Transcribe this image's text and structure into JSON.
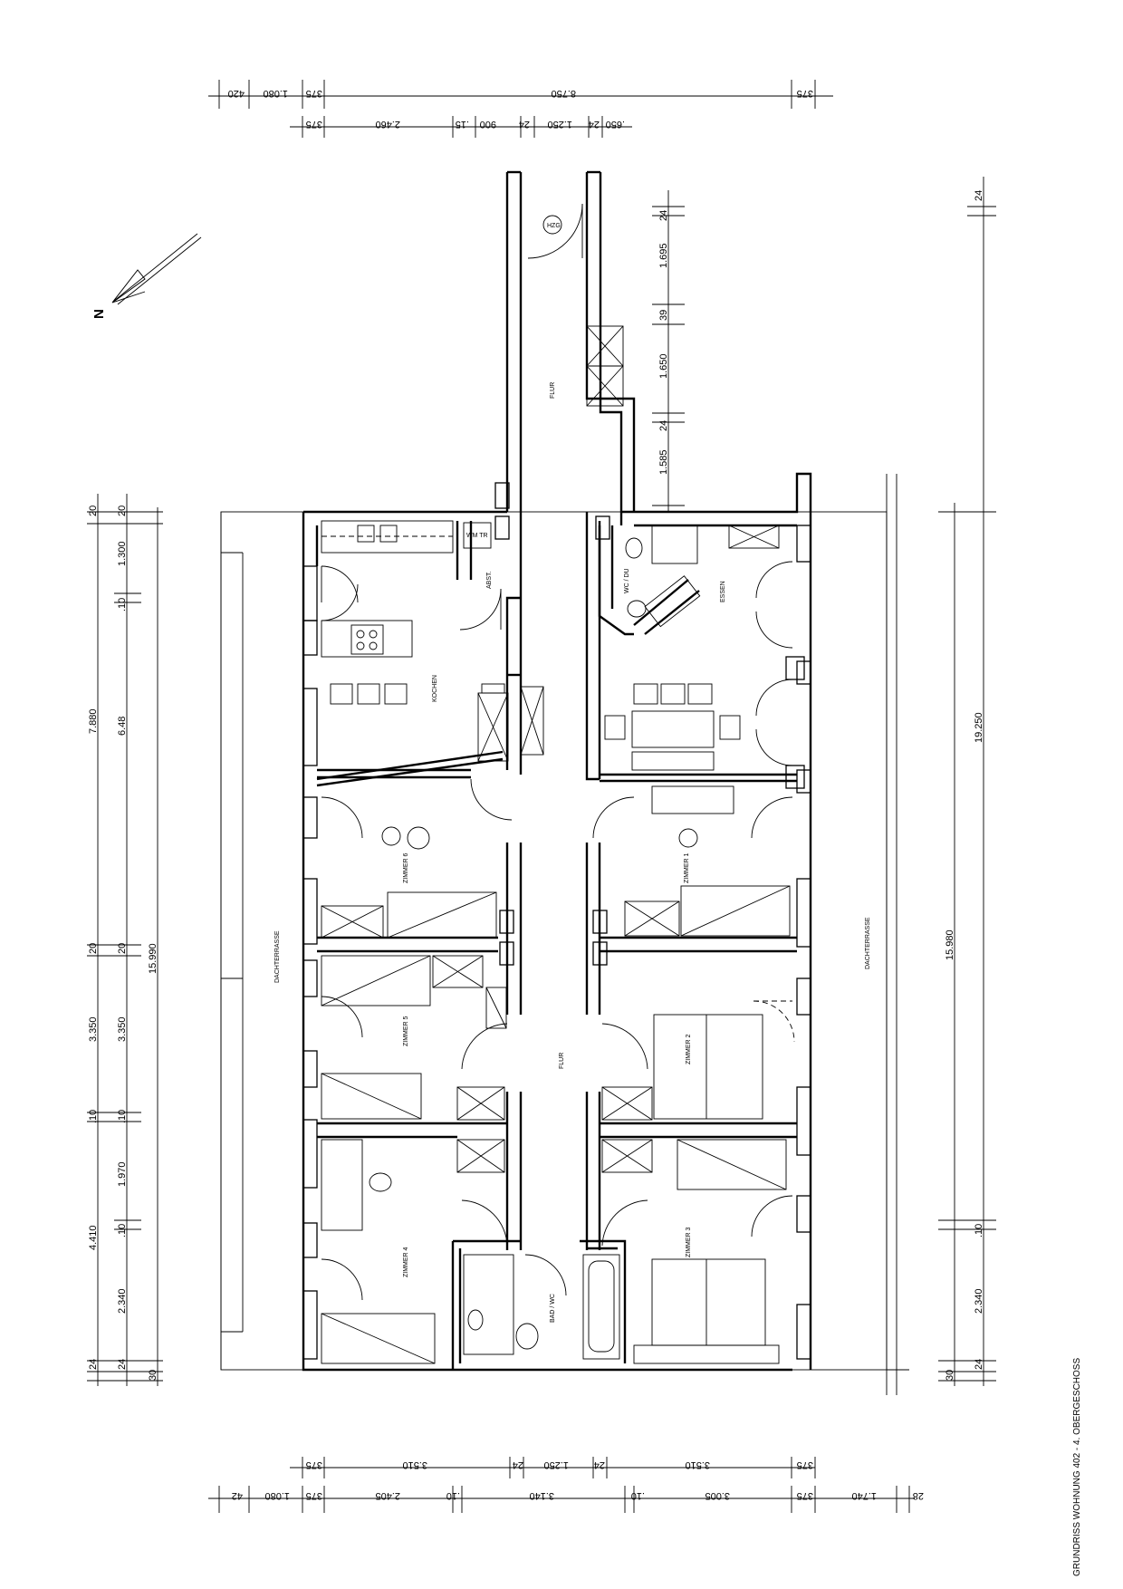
{
  "caption": "GRUNDRISS WOHNUNG 402 - 4. OBERGESCHOSS",
  "north": "N",
  "rooms": {
    "flur_top": "FLUR",
    "flur_main": "FLUR",
    "kochen": "KOCHEN",
    "essen": "ESSEN",
    "abst": "ABST.",
    "wm_tr": "WM\nTR",
    "wc_du": "WC / DU",
    "zimmer6": "ZIMMER 6",
    "zimmer5": "ZIMMER 5",
    "zimmer4": "ZIMMER 4",
    "zimmer1": "ZIMMER 1",
    "zimmer2": "ZIMMER 2",
    "zimmer3": "ZIMMER 3",
    "bad_wc": "BAD / WC",
    "terrasse_left": "DACHTERRASSE",
    "terrasse_right": "DACHTERRASSE",
    "hz": "HZG"
  },
  "dims": {
    "top_outer": [
      "1.080",
      "420",
      "375",
      "8.750",
      "375"
    ],
    "top_inner": [
      "375",
      "2.460",
      ".15",
      "900",
      "24",
      "1.250",
      "24",
      ".650"
    ],
    "bottom_inner": [
      "375",
      "3.510",
      "24",
      "1.250",
      "24",
      "3.510",
      "375"
    ],
    "bottom_outer": [
      "42",
      "1.080",
      "375",
      "2.405",
      ".10",
      "3.140",
      ".10",
      "3.005",
      "375",
      "1.740",
      "28"
    ],
    "left_outer": [
      "20",
      "7.880",
      "20",
      "3.350",
      ".10",
      "4.410",
      "24"
    ],
    "left_mid": [
      "20",
      "1.300",
      ".10",
      "6.48",
      "20",
      "3.350",
      ".10",
      "1.970",
      ".10",
      "2.340",
      "24",
      "30"
    ],
    "left_total": "15.990",
    "right_top": [
      "24",
      "1.695",
      "39",
      "1.650",
      "24",
      "1.585"
    ],
    "right_outer": [
      "24",
      "19.250",
      ".10",
      "2.340",
      "24"
    ],
    "right_inner": [
      "15.980",
      "30"
    ]
  }
}
